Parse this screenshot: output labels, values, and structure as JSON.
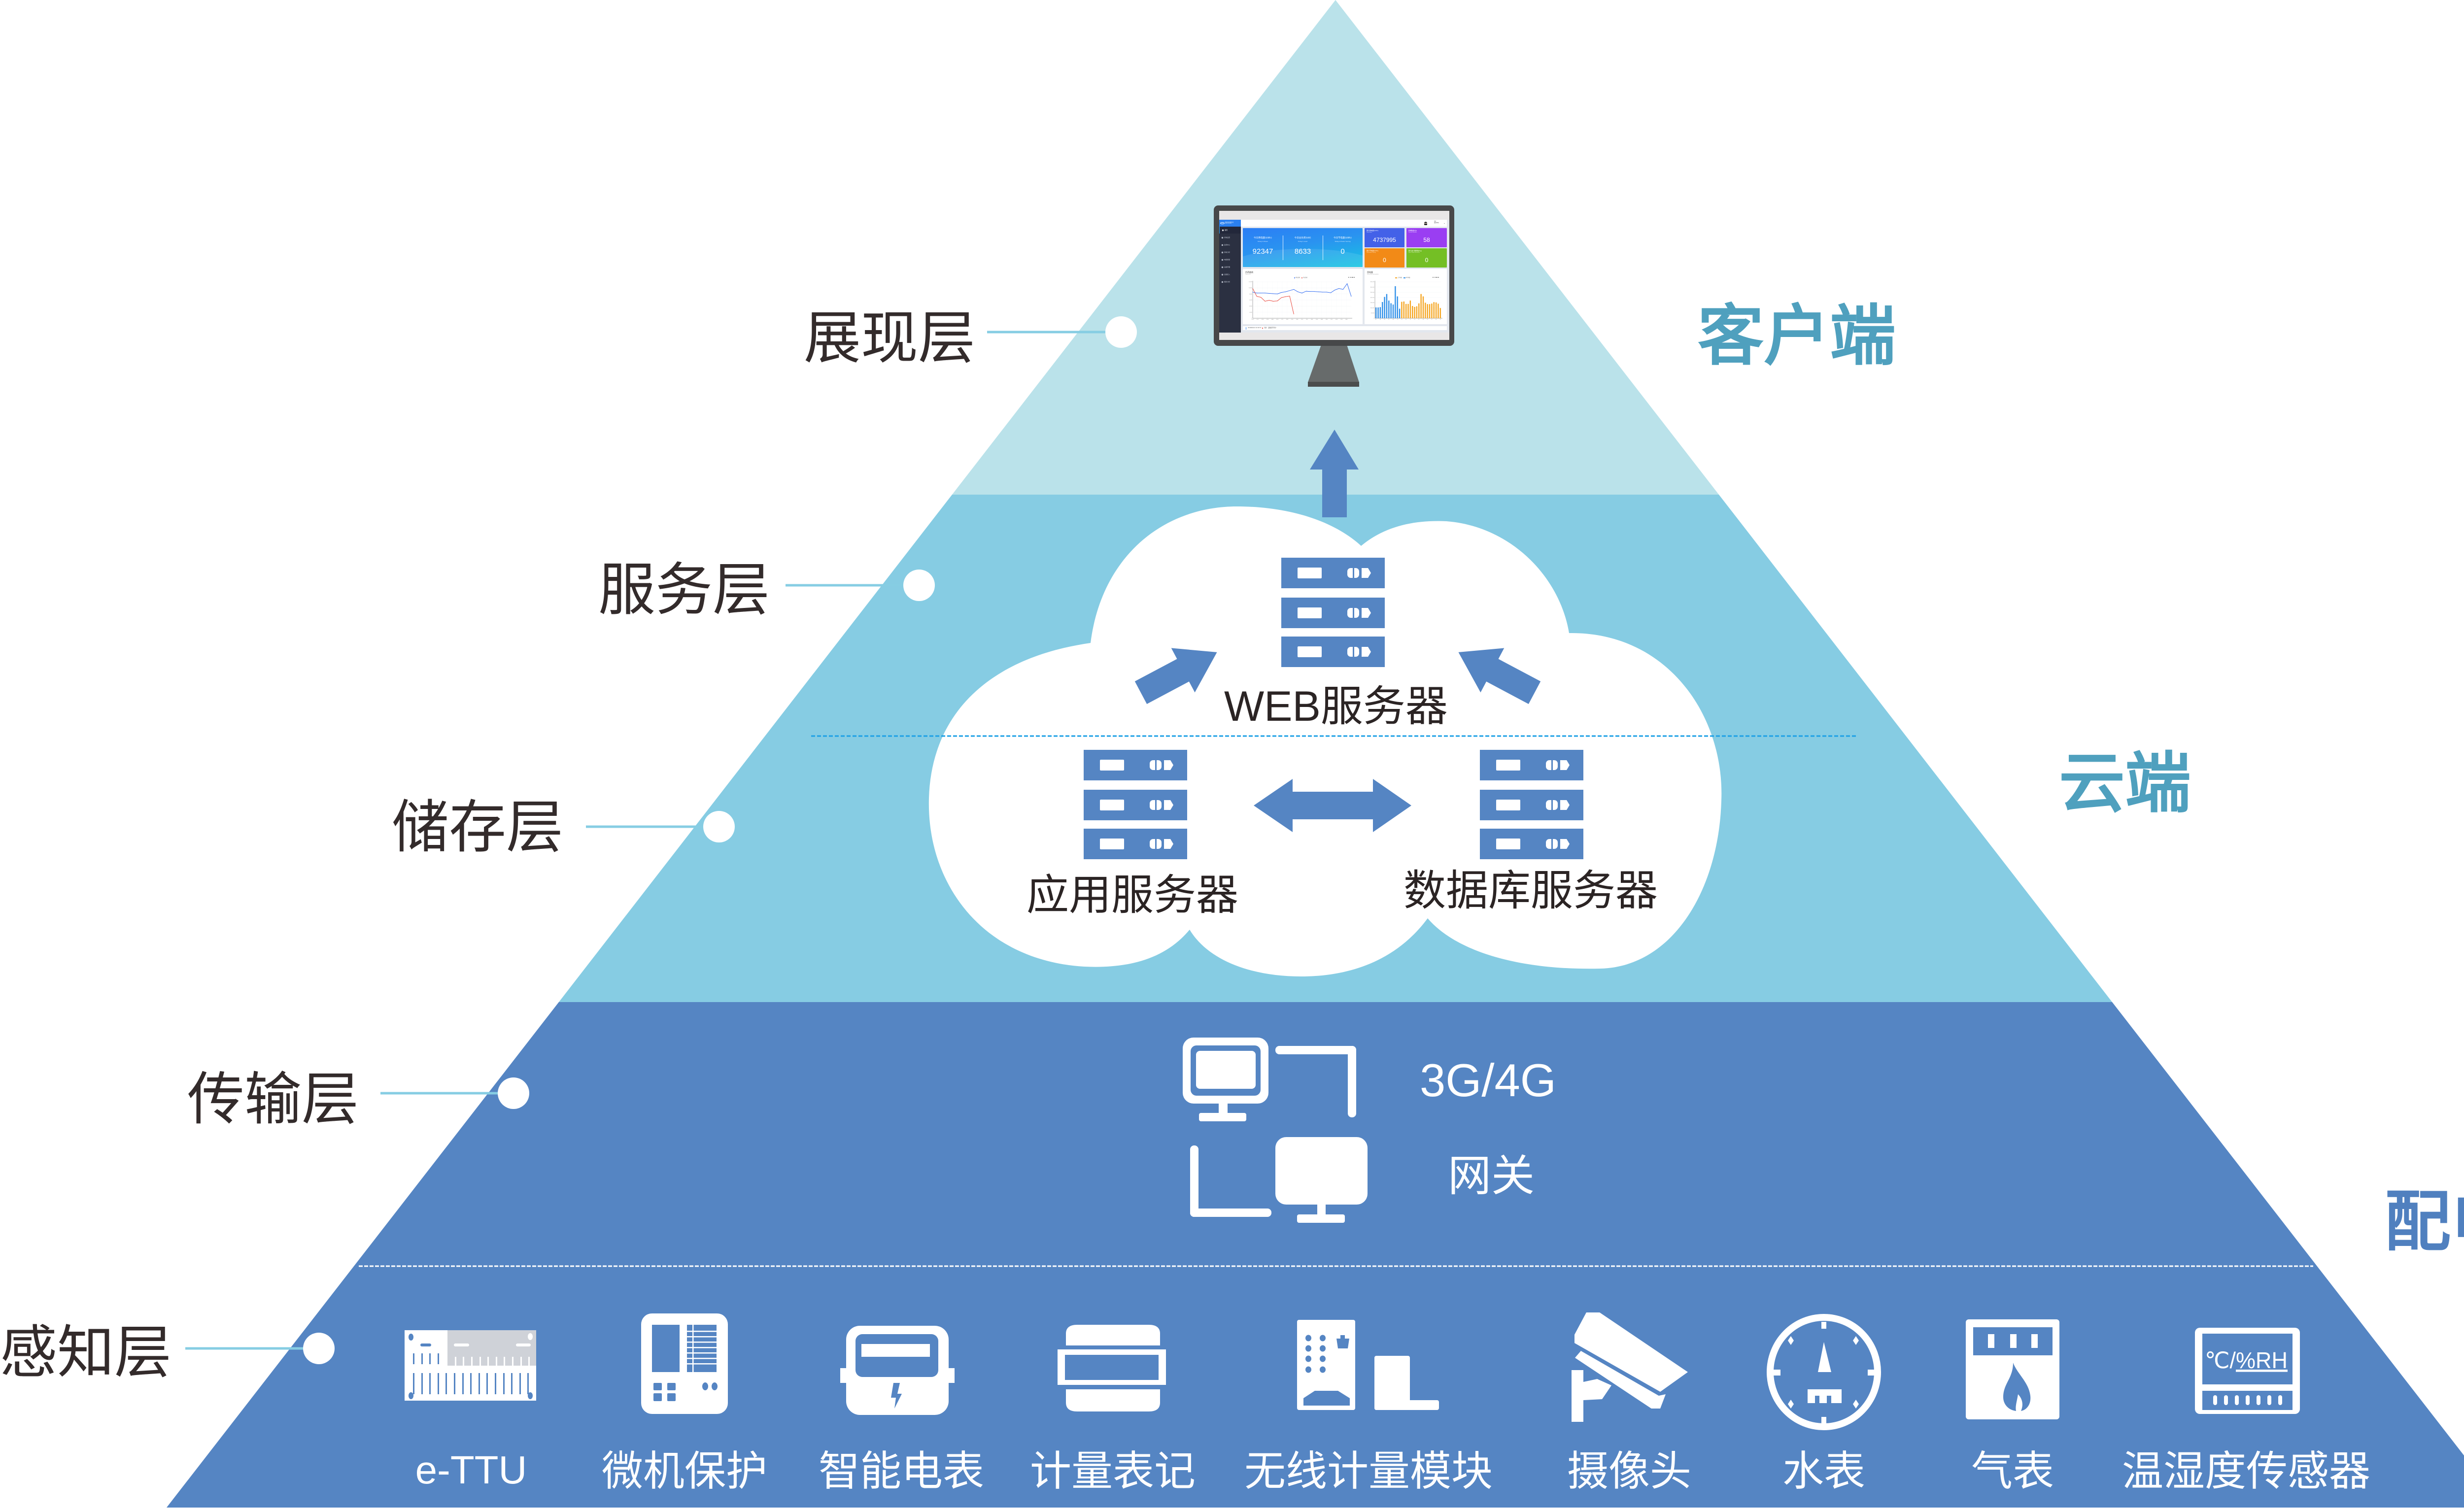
{
  "colors": {
    "tier_client": "#bae2ea",
    "tier_cloud": "#86cce3",
    "tier_power_room": "#5585c3",
    "layer_label": "#332b2b",
    "zone_client": "#4fa0be",
    "zone_cloud": "#4fa0be",
    "zone_power_room": "#5080bf",
    "connector": "#86cde3",
    "cloud_divider": "#1ca0e6",
    "icon_blue": "#5585c3",
    "cloud_text": "#2b2424"
  },
  "layers": [
    {
      "key": "presentation",
      "label": "展现层"
    },
    {
      "key": "service",
      "label": "服务层"
    },
    {
      "key": "storage",
      "label": "储存层"
    },
    {
      "key": "transmission",
      "label": "传输层"
    },
    {
      "key": "sensing",
      "label": "感知层"
    }
  ],
  "zones": {
    "client": "客户端",
    "cloud": "云端",
    "power_room": "配电室"
  },
  "cloud": {
    "web_server": "WEB服务器",
    "app_server": "应用服务器",
    "db_server": "数据库服务器"
  },
  "transmission": {
    "network": "3G/4G",
    "gateway": "网关"
  },
  "devices": [
    {
      "label": "e-TTU",
      "icon": "ettu-icon"
    },
    {
      "label": "微机保护",
      "icon": "relay-protection-icon"
    },
    {
      "label": "智能电表",
      "icon": "smart-meter-icon"
    },
    {
      "label": "计量表记",
      "icon": "metering-meter-icon"
    },
    {
      "label": "无线计量模块",
      "icon": "wireless-metering-module-icon"
    },
    {
      "label": "摄像头",
      "icon": "camera-icon"
    },
    {
      "label": "水表",
      "icon": "water-meter-icon"
    },
    {
      "label": "气表",
      "icon": "gas-meter-icon"
    },
    {
      "label": "温湿度传感器",
      "icon": "temperature-humidity-sensor-icon"
    }
  ],
  "sensor_display": {
    "unit_temp": "℃/",
    "unit_humidity": "%RH"
  },
  "dashboard": {
    "logo_text": "智能用电管理平台",
    "logo_subtext": "Smart electricity",
    "user": {
      "name": "系统",
      "role": "超级管理员"
    },
    "sidebar": [
      "首页",
      "系统设置",
      "监测中心",
      "用电分析",
      "电能质量",
      "设备管理",
      "设备接入",
      "能耗分析"
    ],
    "summary": [
      {
        "label": "今日用电量(kWh)",
        "sub": "Today's Power",
        "value": "92347"
      },
      {
        "label": "今日总负荷(kW)",
        "sub": "Today's Load",
        "value": "8633"
      },
      {
        "label": "今日节电量(kWh)",
        "sub": "Today's Power Saving",
        "value": "0"
      }
    ],
    "cards": [
      {
        "label": "累计用电量(kWh)",
        "sub": "Total Power",
        "value": "4737995",
        "color": "#4361e8"
      },
      {
        "label": "终端数量(台)",
        "sub": "Terminal Number",
        "value": "58",
        "color": "#9a3ef2"
      },
      {
        "label": "累计节电量(kWh)",
        "sub": "Total Power Saving",
        "value": "0",
        "color": "#f28a17"
      },
      {
        "label": "累计减少碳排放(Kg)",
        "sub": "Total Carbon Emissions",
        "value": "0",
        "color": "#74bf25"
      }
    ],
    "load_chart": {
      "type": "line",
      "title": "负荷曲线",
      "subtitle": "Load curve",
      "legend": [
        "昨日负荷",
        "今日负荷"
      ],
      "x_ticks": [
        "00:00",
        "01:12",
        "02:24",
        "03:36",
        "04:48",
        "06:00",
        "07:12",
        "08:24",
        "09:36",
        "10:48",
        "12:00",
        "13:12",
        "14:24",
        "15:36",
        "16:48",
        "18:00",
        "19:12",
        "20:24",
        "21:36",
        "22:48"
      ],
      "x_tick_step_hours": 1.2,
      "x_range_hours": [
        0,
        24
      ],
      "y_ticks": [
        "0",
        "2,000",
        "4,000",
        "6,000",
        "8,000",
        "10,000",
        "12,000"
      ],
      "ylim": [
        0,
        12000
      ],
      "series": [
        {
          "name": "昨日负荷",
          "color": "#1f5ff0",
          "x_step_hours": 1,
          "values": [
            8600,
            8300,
            8300,
            8300,
            8200,
            8100,
            8000,
            8500,
            8700,
            9100,
            9500,
            8700,
            8300,
            8900,
            8800,
            8800,
            8700,
            8600,
            8600,
            8400,
            9300,
            9800,
            9500,
            11400,
            7200
          ]
        },
        {
          "name": "今日负荷",
          "color": "#e8392d",
          "x_step_hours": 1,
          "values": [
            9800,
            7200,
            6900,
            5600,
            5900,
            5600,
            5700,
            6800,
            7100,
            7300,
            1400
          ]
        }
      ]
    },
    "consumption_chart": {
      "type": "bar",
      "title": "用电量",
      "subtitle": "Electricity consumption",
      "legend": [
        {
          "name": "上月电量",
          "color": "#f5a623"
        },
        {
          "name": "本月电量",
          "color": "#2f8fe8"
        }
      ],
      "days_in_month": 31,
      "x_ticks": [
        "01",
        "03",
        "05",
        "07",
        "09",
        "11",
        "13",
        "15",
        "17",
        "19",
        "21",
        "23",
        "25",
        "27",
        "29",
        "31"
      ],
      "y_ticks": [
        "0",
        "50,000",
        "100,000",
        "150,000",
        "200,000",
        "250,000",
        "300,000",
        "350,000"
      ],
      "ylim": [
        0,
        350000
      ],
      "series": [
        {
          "name": "本月电量",
          "color": "#2f8fe8",
          "days": [
            1,
            2,
            3,
            4,
            5,
            6,
            7,
            8,
            9,
            10,
            11,
            12
          ],
          "values": [
            104000,
            104000,
            107000,
            156000,
            205000,
            233000,
            170000,
            144000,
            132000,
            308000,
            210000,
            92000
          ]
        },
        {
          "name": "上月电量",
          "color": "#f5a623",
          "days": [
            13,
            14,
            15,
            16,
            17,
            18,
            19,
            20,
            21,
            22,
            23,
            24,
            25,
            26,
            27,
            28,
            29,
            30,
            31
          ],
          "values": [
            158000,
            161000,
            138000,
            138000,
            170000,
            118000,
            109000,
            115000,
            143000,
            233000,
            210000,
            149000,
            136000,
            136000,
            141000,
            155000,
            152000,
            140000,
            98000
          ]
        }
      ]
    },
    "status": {
      "time": "2018/09/12 10:02:57",
      "prefix": "当前:",
      "message": "设备运行异常!"
    }
  }
}
